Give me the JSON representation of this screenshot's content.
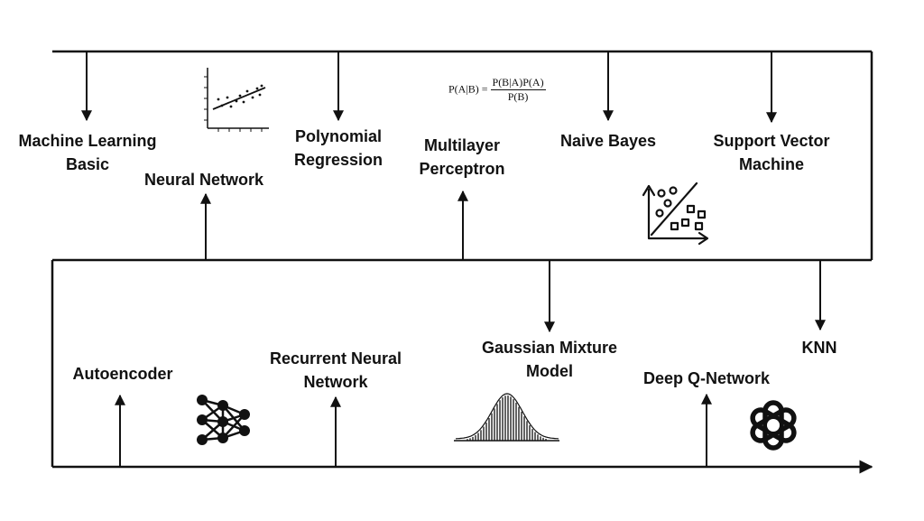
{
  "labels": {
    "ml_basic": [
      "Machine Learning",
      "Basic"
    ],
    "neural_network": "Neural Network",
    "polynomial_regression": [
      "Polynomial",
      "Regression"
    ],
    "multilayer_perceptron": [
      "Multilayer",
      "Perceptron"
    ],
    "naive_bayes": "Naive Bayes",
    "svm": [
      "Support Vector",
      "Machine"
    ],
    "autoencoder": "Autoencoder",
    "rnn": [
      "Recurrent Neural",
      "Network"
    ],
    "gmm": [
      "Gaussian Mixture",
      "Model"
    ],
    "dqn": "Deep Q-Network",
    "knn": "KNN"
  },
  "formula": {
    "lhs": "P(A|B) =",
    "numerator": "P(B|A)P(A)",
    "denominator": "P(B)"
  },
  "icons": {
    "regression": "scatter-plot-regression-icon",
    "classification": "classification-scatter-icon",
    "network": "neural-network-icon",
    "bell": "bell-curve-histogram-icon",
    "openai": "openai-logo-icon"
  },
  "colors": {
    "line": "#111111",
    "background": "#ffffff"
  }
}
